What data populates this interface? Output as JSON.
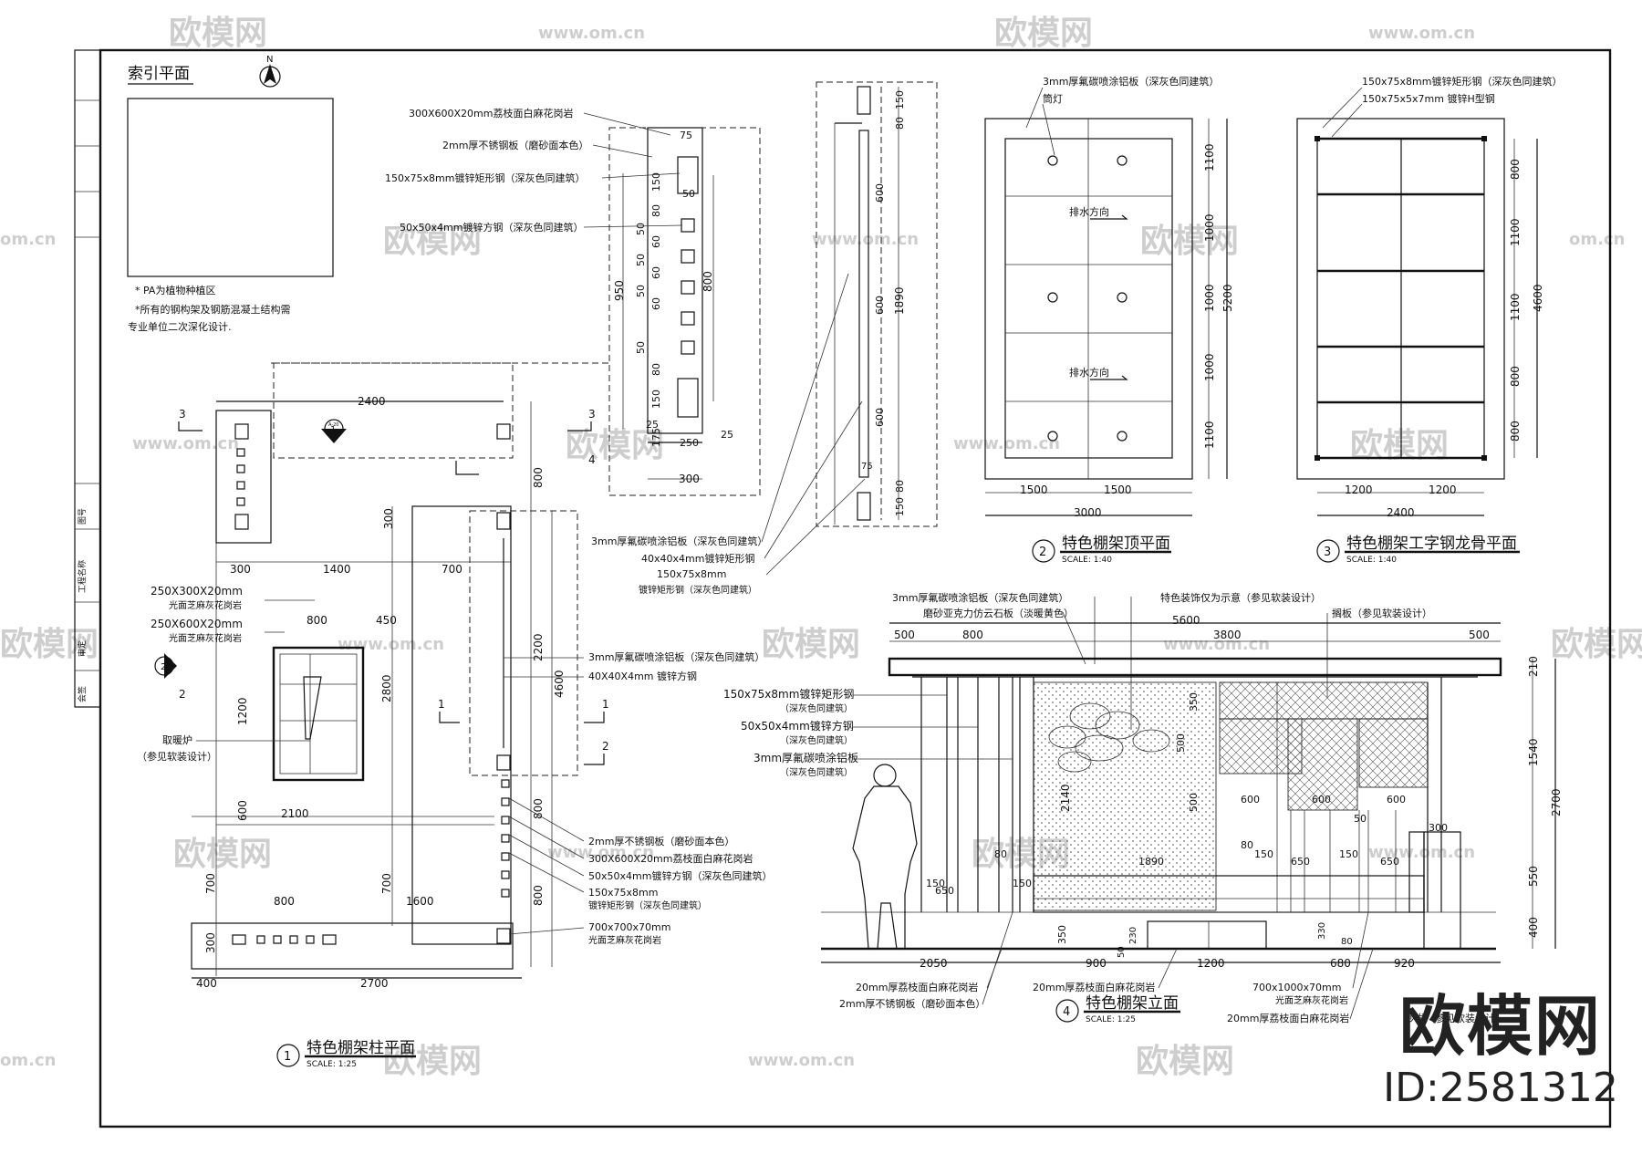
{
  "watermark": {
    "brand": "欧模网",
    "url": "www.om.cn",
    "short": "om.cn"
  },
  "corner_badge": {
    "brand": "欧模网",
    "id": "ID:2581312"
  },
  "index_plan": {
    "title": "索引平面",
    "north": "N",
    "notes": [
      "* PA为植物种植区",
      "*所有的钢构架及钢筋混凝土结构需",
      "专业单位二次深化设计."
    ]
  },
  "view1": {
    "number": "1",
    "title": "特色棚架柱平面",
    "scale": "SCALE: 1:25",
    "dims": {
      "top": "2400",
      "left_a": "300",
      "left_b": "1400",
      "left_c": "700",
      "mid_450": "450",
      "mid_800": "800",
      "h1200": "1200",
      "h2800": "2800",
      "b2100": "2100",
      "b600": "600",
      "b700": "700",
      "b700b": "700",
      "b800": "800",
      "b1600": "1600",
      "b300": "300",
      "b400": "400",
      "b2700": "2700",
      "r800": "800",
      "r2200": "2200",
      "r4600": "4600",
      "r800b": "800",
      "r800c": "800",
      "r300": "300"
    },
    "section_marks": [
      "3",
      "3",
      "4",
      "1",
      "1",
      "2",
      "2"
    ],
    "callout_1": "1",
    "callout_1_sub": "A-20",
    "callout_2": "2",
    "left_labels": [
      {
        "line1": "250X300X20mm",
        "line2": "光面芝麻灰花岗岩"
      },
      {
        "line1": "250X600X20mm",
        "line2": "光面芝麻灰花岗岩"
      }
    ],
    "fireplace": {
      "line1": "取暖炉",
      "line2": "（参见软装设计）"
    },
    "right_labels": [
      {
        "line1": "3mm厚氟碳喷涂铝板（深灰色同建筑）"
      },
      {
        "line1": "40X40X4mm 镀锌方钢"
      },
      {
        "line1": "2mm厚不锈钢板（磨砂面本色）"
      },
      {
        "line1": "300X600X20mm荔枝面白麻花岗岩"
      },
      {
        "line1": "50x50x4mm镀锌方钢（深灰色同建筑）"
      },
      {
        "line1": "150x75x8mm",
        "line2": "镀锌矩形钢（深灰色同建筑）"
      },
      {
        "line1": "700x700x70mm",
        "line2": "光面芝麻灰花岗岩"
      }
    ]
  },
  "detail_upper": {
    "labels": [
      "300X600X20mm荔枝面白麻花岗岩",
      "2mm厚不锈钢板（磨砂面本色）",
      "150x75x8mm镀锌矩形钢（深灰色同建筑）",
      "50x50x4mm镀锌方钢（深灰色同建筑）"
    ],
    "dims": [
      "75",
      "150",
      "50",
      "80",
      "50",
      "60",
      "50",
      "60",
      "50",
      "60",
      "50",
      "80",
      "150",
      "25",
      "175",
      "250",
      "25",
      "300",
      "950",
      "800"
    ],
    "side_dims": [
      "150",
      "80",
      "600",
      "600",
      "1890",
      "600",
      "75",
      "80",
      "150"
    ],
    "side_labels": [
      "3mm厚氟碳喷涂铝板（深灰色同建筑）",
      "40x40x4mm镀锌矩形钢",
      "150x75x8mm",
      "镀锌矩形钢（深灰色同建筑）"
    ]
  },
  "view2": {
    "number": "2",
    "title": "特色棚架顶平面",
    "scale": "SCALE: 1:40",
    "labels": [
      "3mm厚氟碳喷涂铝板（深灰色同建筑）",
      "筒灯",
      "排水方向",
      "排水方向"
    ],
    "dims_h": [
      "1500",
      "1500",
      "3000"
    ],
    "dims_v": [
      "1100",
      "1000",
      "1000",
      "1000",
      "1100",
      "5200"
    ]
  },
  "view3": {
    "number": "3",
    "title": "特色棚架工字钢龙骨平面",
    "scale": "SCALE: 1:40",
    "labels": [
      "150x75x8mm镀锌矩形钢（深灰色同建筑）",
      "150x75x5x7mm 镀锌H型钢"
    ],
    "dims_h": [
      "1200",
      "1200",
      "2400"
    ],
    "dims_v": [
      "800",
      "1100",
      "1100",
      "800",
      "800",
      "4600"
    ]
  },
  "view4": {
    "number": "4",
    "title": "特色棚架立面",
    "scale": "SCALE: 1:25",
    "top_labels": [
      "3mm厚氟碳喷涂铝板（深灰色同建筑）",
      "磨砂亚克力仿云石板（淡暖黄色）",
      "特色装饰仅为示意（参见软装设计）",
      "搁板（参见软装设计）"
    ],
    "left_labels": [
      {
        "line1": "150x75x8mm镀锌矩形钢",
        "line2": "（深灰色同建筑）"
      },
      {
        "line1": "50x50x4mm镀锌方钢",
        "line2": "（深灰色同建筑）"
      },
      {
        "line1": "3mm厚氟碳喷涂铝板",
        "line2": "（深灰色同建筑）"
      }
    ],
    "bottom_labels": [
      "20mm厚荔枝面白麻花岗岩",
      "2mm厚不锈钢板（磨砂面本色）",
      "20mm厚荔枝面白麻花岗岩",
      "700x1000x70mm",
      "光面芝麻灰花岗岩",
      "20mm厚荔枝面白麻花岗岩",
      "沙发（参见软装设计）"
    ],
    "dims_top": [
      "5600",
      "500",
      "800",
      "3800",
      "500"
    ],
    "dims_bottom": [
      "2050",
      "900",
      "1200",
      "680",
      "920"
    ],
    "dims_right": [
      "210",
      "1540",
      "2700",
      "550",
      "400"
    ],
    "dims_inner": [
      "350",
      "500",
      "500",
      "2140",
      "600",
      "600",
      "50",
      "600",
      "300",
      "80",
      "150",
      "650",
      "150",
      "650",
      "80",
      "1890",
      "150",
      "650",
      "150",
      "350",
      "50",
      "230",
      "330",
      "80"
    ]
  },
  "title_block": [
    "会签",
    "审定",
    "工程名称",
    "图号"
  ]
}
